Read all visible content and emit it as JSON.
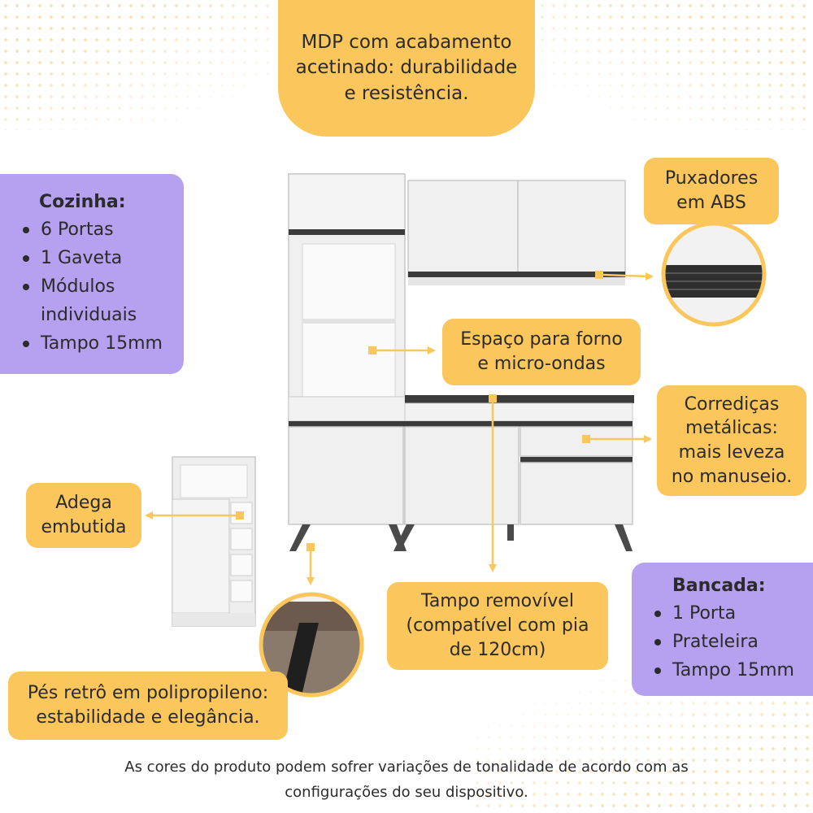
{
  "callouts": {
    "mdp": {
      "line1": "MDP com acabamento",
      "line2": "acetinado: durabilidade",
      "line3": "e resistência."
    },
    "puxadores": {
      "line1": "Puxadores",
      "line2": "em ABS"
    },
    "espaco": {
      "line1": "Espaço para forno",
      "line2": "e micro-ondas"
    },
    "corredicas": {
      "line1": "Corrediças",
      "line2": "metálicas:",
      "line3": "mais leveza",
      "line4": "no manuseio."
    },
    "adega": {
      "line1": "Adega",
      "line2": "embutida"
    },
    "tampo": {
      "line1": "Tampo removível",
      "line2": "(compatível com pia",
      "line3": "de 120cm)"
    },
    "pes": {
      "line1": "Pés retrô em polipropileno:",
      "line2": "estabilidade e elegância."
    }
  },
  "cozinha": {
    "title": "Cozinha:",
    "items": [
      "6 Portas",
      "1 Gaveta",
      "Módulos",
      "individuais",
      "Tampo 15mm"
    ]
  },
  "bancada": {
    "title": "Bancada:",
    "items": [
      "1 Porta",
      "Prateleira",
      "Tampo 15mm"
    ]
  },
  "footer": {
    "line1": "As cores do produto podem sofrer variações de tonalidade de acordo com as",
    "line2": "configurações do seu dispositivo."
  },
  "colors": {
    "callout_yellow": "#fbc75c",
    "callout_purple": "#b6a0f0",
    "cabinet_white": "#f0f0f0",
    "handle_dark": "#3b3b3b"
  }
}
